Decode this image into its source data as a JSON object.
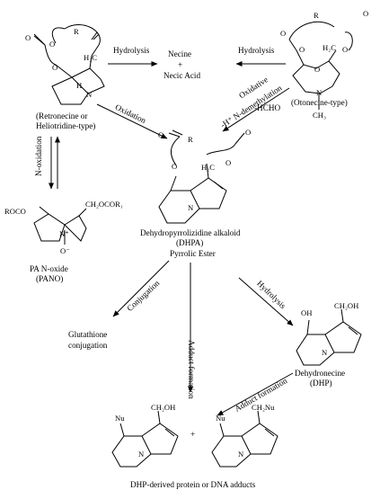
{
  "retronecine": {
    "o1": "O",
    "o2": "O",
    "o3": "O",
    "h2c": "H₂C",
    "r": "R",
    "h": "H",
    "n": "N",
    "caption1": "(Retronecine or",
    "caption2": "Heliotridine-type)"
  },
  "products": {
    "necine": "Necine",
    "plus": "+",
    "necic_acid": "Necic Acid"
  },
  "otonecine": {
    "o1": "O",
    "o2": "O",
    "r": "R",
    "o3": "O",
    "h2c": "H₂C",
    "o4": "O",
    "o5": "O",
    "n": "N",
    "ch3": "CH₃",
    "caption": "(Otonecine-type)"
  },
  "arrows": {
    "hydrolysis_left": "Hydrolysis",
    "hydrolysis_right": "Hydrolysis",
    "oxidation": "Oxidation",
    "oxidative": "Oxidative",
    "n_demethylation": "-H⁺ N-demethylation",
    "hcho": "-HCHO",
    "n_oxidation": "N-oxidation",
    "conjugation": "Conjugation",
    "adduct_center": "Adduct formation",
    "hydrolysis_dhpa": "Hydrolysis",
    "adduct_right": "Adduct formation"
  },
  "pano": {
    "left_group": "ROCO",
    "right_group": "CH₂OCOR₁",
    "n_plus": "N⁺",
    "o_minus": "O⁻",
    "caption1": "PA N-oxide",
    "caption2": "(PANO)"
  },
  "dhpa": {
    "o1": "O",
    "r": "R",
    "o2": "O",
    "o3": "O",
    "h2c": "H₂C",
    "o4": "O",
    "n": "N",
    "caption1": "Dehydropyrrolizidine alkaloid",
    "caption2": "(DHPA)",
    "caption3": "Pyrrolic Ester"
  },
  "glutathione": {
    "line1": "Glutathione",
    "line2": "conjugation"
  },
  "dhp": {
    "oh": "OH",
    "ch2oh": "CH₂OH",
    "n": "N",
    "caption1": "Dehydronecine",
    "caption2": "(DHP)"
  },
  "adducts": {
    "a1_nu": "Nu",
    "a1_ch2oh": "CH₂OH",
    "a1_n": "N",
    "plus": "+",
    "a2_nu": "Nu",
    "a2_ch2nu": "CH₂Nu",
    "a2_n": "N",
    "caption": "DHP-derived protein or DNA adducts"
  }
}
